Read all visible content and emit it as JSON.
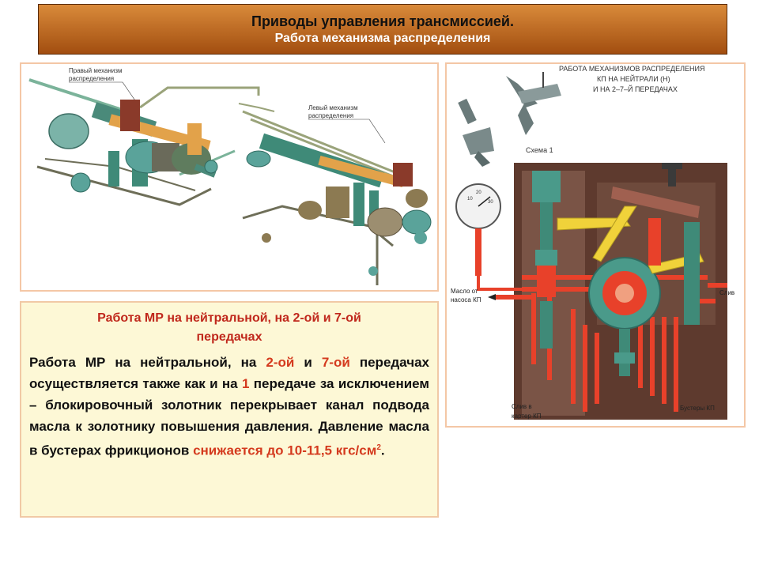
{
  "header": {
    "title": "Приводы управления трансмиссией.",
    "subtitle": "Работа механизма распределения"
  },
  "left_diagram": {
    "label_right_mechanism_line1": "Правый механизм",
    "label_right_mechanism_line2": "распределения",
    "label_left_mechanism_line1": "Левый механизм",
    "label_left_mechanism_line2": "распределения"
  },
  "right_diagram": {
    "title_line1": "РАБОТА МЕХАНИЗМОВ РАСПРЕДЕЛЕНИЯ",
    "title_line2": "КП НА НЕЙТРАЛИ (Н)",
    "title_line3": "И НА 2–7–Й ПЕРЕДАЧАХ",
    "scheme_label": "Схема 1",
    "oil_from_line1": "Масло от",
    "oil_from_line2": "насоса КП",
    "drain": "Слив",
    "drain_to_line1": "Слив в",
    "drain_to_line2": "картер КП",
    "boosters": "Бустеры КП",
    "gauge_marks": [
      "10",
      "20",
      "30"
    ]
  },
  "text_box": {
    "heading_line1": "Работа МР на нейтральной, на 2-ой и 7-ой",
    "heading_line2": "передачах",
    "p1": "Работа МР на нейтральной, на ",
    "p_red1": "2-ой",
    "p2": " и ",
    "p_red2": "7-ой",
    "p3": " передачах осуществляется также как и на ",
    "p_red3": "1",
    "p4": " передаче за исключением – блокировочный золотник перекрывает канал подвода масла к золотнику повышения давления. Давление масла в бустерах фрикционов ",
    "p_red4": "снижается до 10-11,5 кгс/см",
    "p_sup": "2",
    "p_end": "."
  },
  "colors": {
    "header_top": "#d98a3a",
    "header_bottom": "#a24e10",
    "accent_red": "#d43a1e",
    "text_box_bg": "#fdf8d6",
    "frame_border": "#f4c7a6",
    "oil_red": "#e8412a",
    "housing_brown": "#5e3a2e",
    "teal_part": "#4a9a8a",
    "lever_yellow": "#f0d23a"
  }
}
